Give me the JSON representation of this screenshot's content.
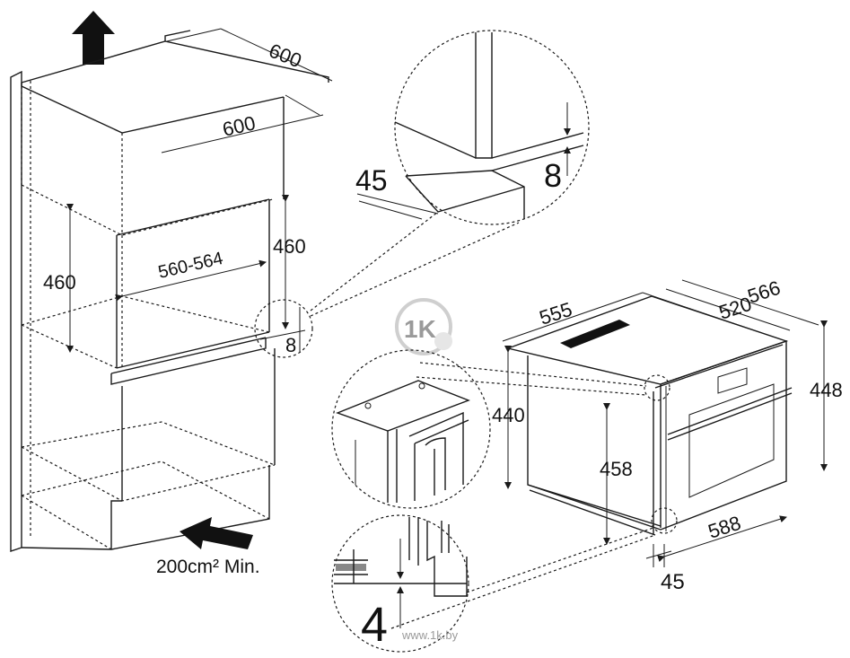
{
  "cabinet": {
    "depth_top": "600",
    "depth_inner": "600",
    "niche_height_left": "460",
    "niche_height_right": "460",
    "niche_width": "560-564",
    "gap_small": "8",
    "ventilation": "200cm² Min."
  },
  "detail_top": {
    "offset": "45",
    "gap": "8"
  },
  "oven": {
    "depth_body": "555",
    "depth_inner": "520",
    "depth_total": "566",
    "height_body": "440",
    "height_front": "448",
    "height_cavity": "458",
    "width_front": "588",
    "front_offset": "45"
  },
  "detail_bottom": {
    "gap": "4"
  },
  "watermark": {
    "logo": "1K",
    "site": "www.1k.by"
  },
  "colors": {
    "line": "#1a1a1a",
    "background": "#ffffff",
    "watermark": "#9a9a9a",
    "vent": "#111111"
  }
}
